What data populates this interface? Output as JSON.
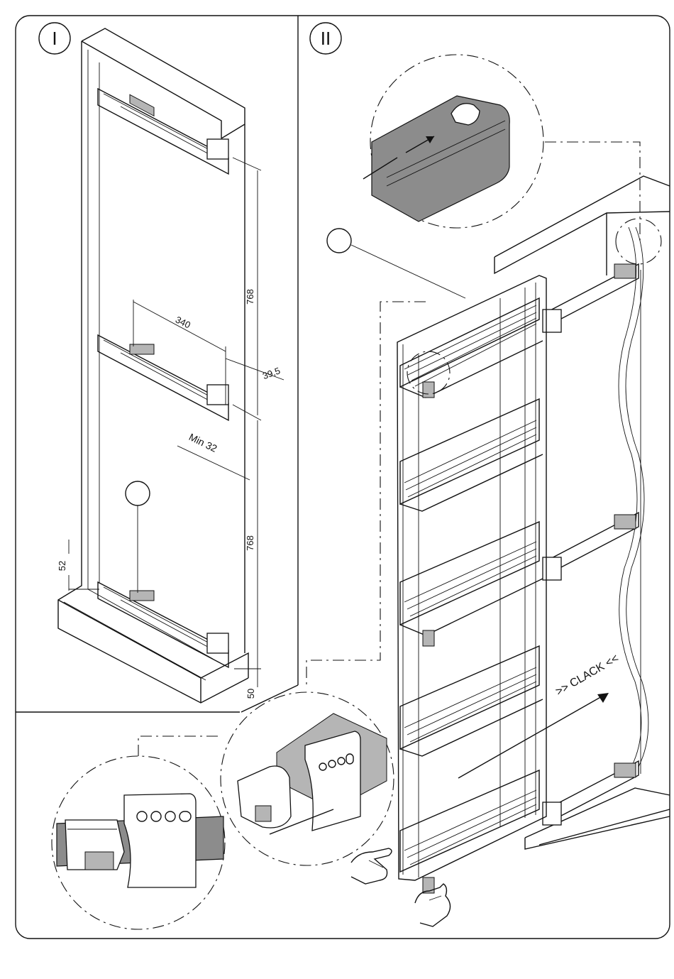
{
  "steps": {
    "step1": "I",
    "step2": "II"
  },
  "dimensions": {
    "height_upper": "768",
    "height_lower": "768",
    "width": "340",
    "offset": "39,5",
    "min_gap": "Min 32",
    "base_height": "52",
    "bottom": "50"
  },
  "annotation": {
    "clack": ">> CLACK <<"
  }
}
